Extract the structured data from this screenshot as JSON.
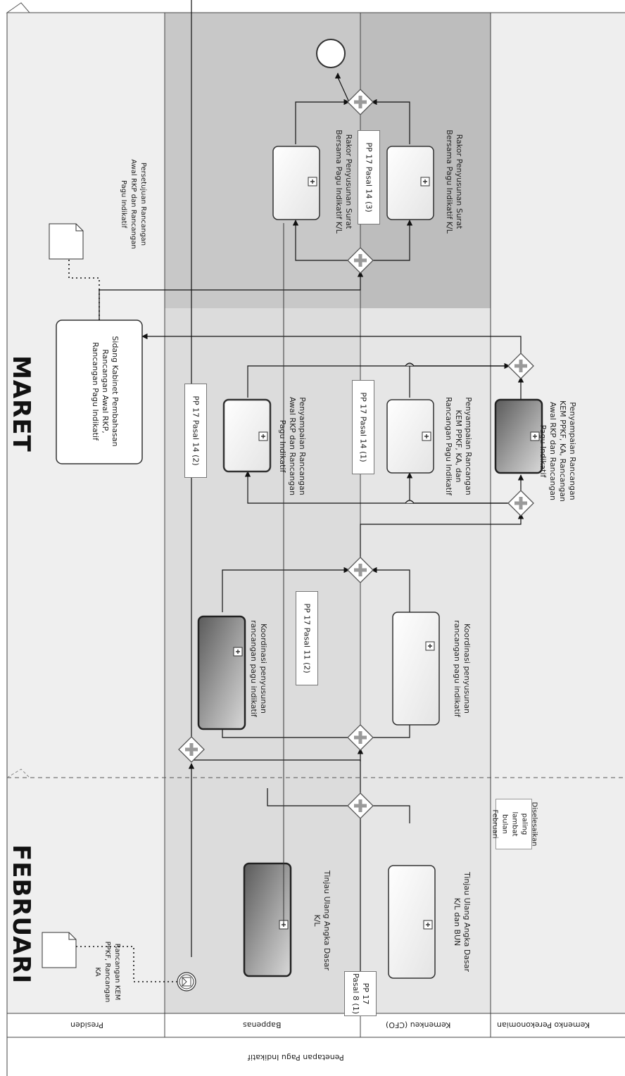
{
  "months": {
    "feb": "FEBRUARI",
    "mar": "MARET"
  },
  "pool": "Penetapan Pagu Indikatif",
  "lanes": {
    "presiden": "Presiden",
    "bappenas": "Bappenas",
    "kemenkeu": "Kemenkeu (CFO)",
    "kemenko": "Kemenko Perekonomian"
  },
  "artifacts": {
    "rancangan_kem": "Rancangan KEM PPKF, Rancangan KA",
    "persetujuan": "Persetujuan Rancangan Awal RKP dan Rancangan Pagu Indikatif"
  },
  "tasks": {
    "tinjau_kl": "Tinjau Ulang Angka Dasar K/L",
    "tinjau_kl_bun": "Tinjau Ulang Angka Dasar K/L dan BUN",
    "koordinasi_bappenas": "Koordinasi penyusunan rancangan pagu indikatif",
    "koordinasi_kemenkeu": "Koordinasi penyusunan rancangan pagu indikatif",
    "penyampaian_bappenas": "Penyampaian Rancangan Awal RKP dan Rancangan Pagu Indikatif",
    "penyampaian_kemenkeu": "Penyampaian Rancangan KEM PPKF, KA, dan Rancangan Pagu Indikatif",
    "penyampaian_kemenko": "Penyampaian Rancangan KEM PPKF, KA, Rancangan Awal RKP dan Rancangan Pagu Indikatif",
    "sidang_kabinet": "Sidang Kabinet Pembahasan Rancangan Awal RKP, Rancangan Pagu Indikatif",
    "rakor_top": "Rakor Penyusunan Surat Bersama Pagu Indikatif K/L",
    "rakor_bottom": "Rakor Penyusunan Surat Bersama Pagu Indikatif K/L"
  },
  "notes": {
    "pp17_8": "PP 17\nPasal 8 (1)",
    "pp17_11": "PP 17 Pasal 11 (2)",
    "pp17_14_2": "PP 17 Pasal 14 (2)",
    "pp17_14_1": "PP 17 Pasal 14 (1)",
    "pp17_14_3": "PP 17 Pasal 14 (3)",
    "deadline": "Diselesaikan paling lambat bulan Februari"
  }
}
